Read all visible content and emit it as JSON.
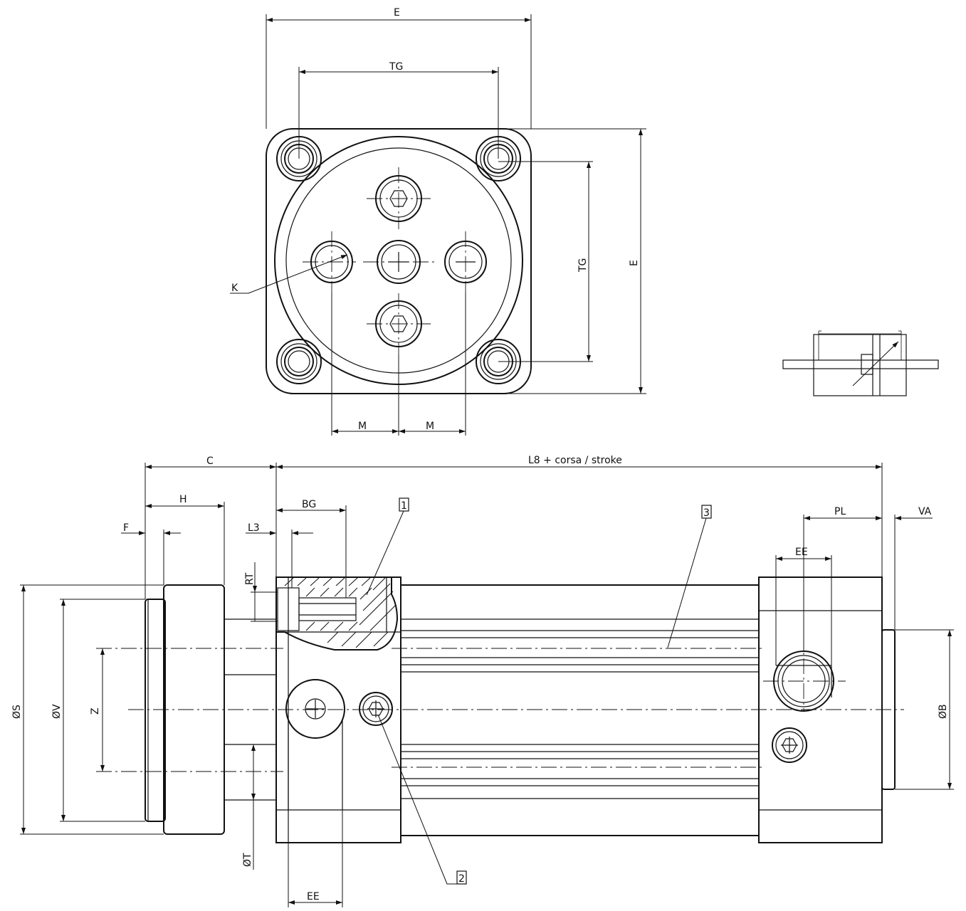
{
  "dimensions": {
    "top_E_width": "E",
    "top_TG_width": "TG",
    "right_TG_height": "TG",
    "right_E_height": "E",
    "K": "K",
    "M_left": "M",
    "M_right": "M",
    "C": "C",
    "L8": "L8 + corsa / stroke",
    "H": "H",
    "F": "F",
    "L3": "L3",
    "BG": "BG",
    "RT": "RT",
    "PL": "PL",
    "VA": "VA",
    "EE_right": "EE",
    "EE_bottom": "EE",
    "diam_S": "ØS",
    "diam_V": "ØV",
    "Z": "Z",
    "diam_T": "ØT",
    "diam_B": "ØB"
  },
  "callouts": {
    "callout_1": "1",
    "callout_2": "2",
    "callout_3": "3"
  },
  "colors": {
    "line": "#111111",
    "background": "#ffffff"
  }
}
